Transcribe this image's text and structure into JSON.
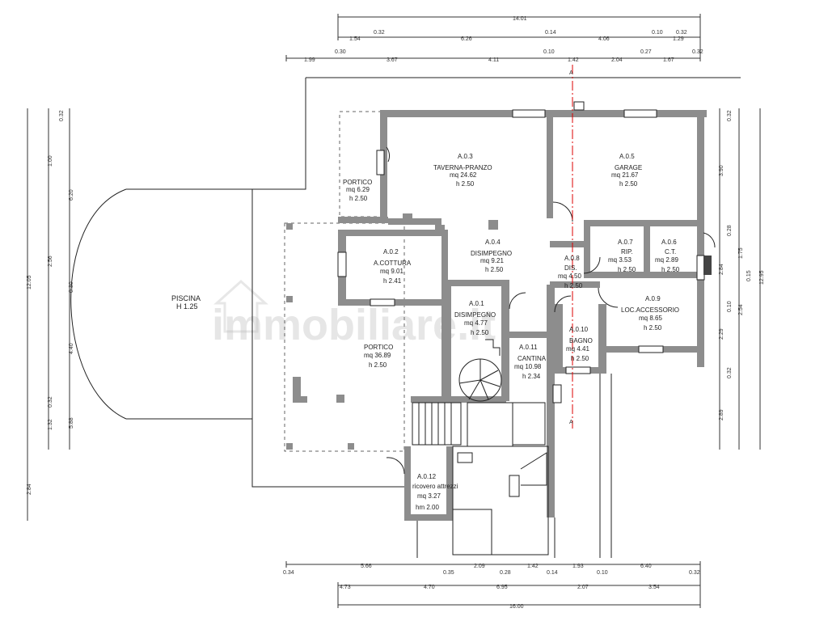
{
  "plan": {
    "pool": {
      "label": "PISCINA",
      "height": "H 1.25"
    },
    "rooms": [
      {
        "code": "A.0.3",
        "name": "TAVERNA-PRANZO",
        "area": "mq 24.62",
        "height": "h 2.50"
      },
      {
        "code": "A.0.5",
        "name": "GARAGE",
        "area": "mq 21.67",
        "height": "h 2.50"
      },
      {
        "code": "",
        "name": "PORTICO",
        "area": "mq 6.29",
        "height": "h 2.50"
      },
      {
        "code": "A.0.2",
        "name": "A.COTTURA",
        "area": "mq 9.01",
        "height": "h 2.41"
      },
      {
        "code": "A.0.4",
        "name": "DISIMPEGNO",
        "area": "mq 9.21",
        "height": "h 2.50"
      },
      {
        "code": "A.0.7",
        "name": "RIP.",
        "area": "mq 3.53",
        "height": "h 2.50"
      },
      {
        "code": "A.0.6",
        "name": "C.T.",
        "area": "mq 2.89",
        "height": "h 2.50"
      },
      {
        "code": "A.0.8",
        "name": "DIS.",
        "area": "mq 4.50",
        "height": "h 2.50"
      },
      {
        "code": "A.0.1",
        "name": "DISIMPEGNO",
        "area": "mq 4.77",
        "height": "h 2.50"
      },
      {
        "code": "A.0.9",
        "name": "LOC.ACCESSORIO",
        "area": "mq 8.65",
        "height": "h 2.50"
      },
      {
        "code": "",
        "name": "PORTICO",
        "area": "mq 36.89",
        "height": "h 2.50"
      },
      {
        "code": "A.0.11",
        "name": "CANTINA",
        "area": "mq 10.98",
        "height": "h 2.34"
      },
      {
        "code": "A.0.10",
        "name": "BAGNO",
        "area": "mq 4.41",
        "height": "h 2.50"
      },
      {
        "code": "A.0.12",
        "name": "ricovero attrezzi",
        "area": "mq 3.27",
        "height": "hm 2.00"
      }
    ],
    "dims_top": {
      "row1": [
        "14.01"
      ],
      "row2": [
        "0.32",
        "0.14",
        "0.10",
        "0.32",
        "1.54",
        "6.26",
        "4.06",
        "1.29"
      ],
      "row3": [
        "0.30",
        "0.10",
        "0.27",
        "0.32",
        "1.99",
        "3.67",
        "4.11",
        "1.42",
        "2.04",
        "1.67"
      ]
    },
    "dims_bottom": {
      "row1": [
        "0.34",
        "5.66",
        "0.35",
        "2.09",
        "0.28",
        "1.42",
        "0.14",
        "1.93",
        "0.10",
        "6.40",
        "0.32"
      ],
      "row2": [
        "4.73",
        "4.70",
        "6.95",
        "2.07",
        "3.54"
      ],
      "row3": [
        "16.00"
      ]
    },
    "dims_left": [
      "0.32",
      "1.00",
      "6.20",
      "2.56",
      "0.30",
      "12.05",
      "4.40",
      "0.32",
      "1.32",
      "5.88",
      "2.84"
    ],
    "dims_right": [
      "0.32",
      "3.90",
      "0.28",
      "1.75",
      "0.15",
      "2.84",
      "0.10",
      "2.29",
      "0.32",
      "12.95",
      "2.54",
      "2.89"
    ],
    "section_marks": [
      "A",
      "A"
    ],
    "watermark": "immobiliare.it"
  }
}
